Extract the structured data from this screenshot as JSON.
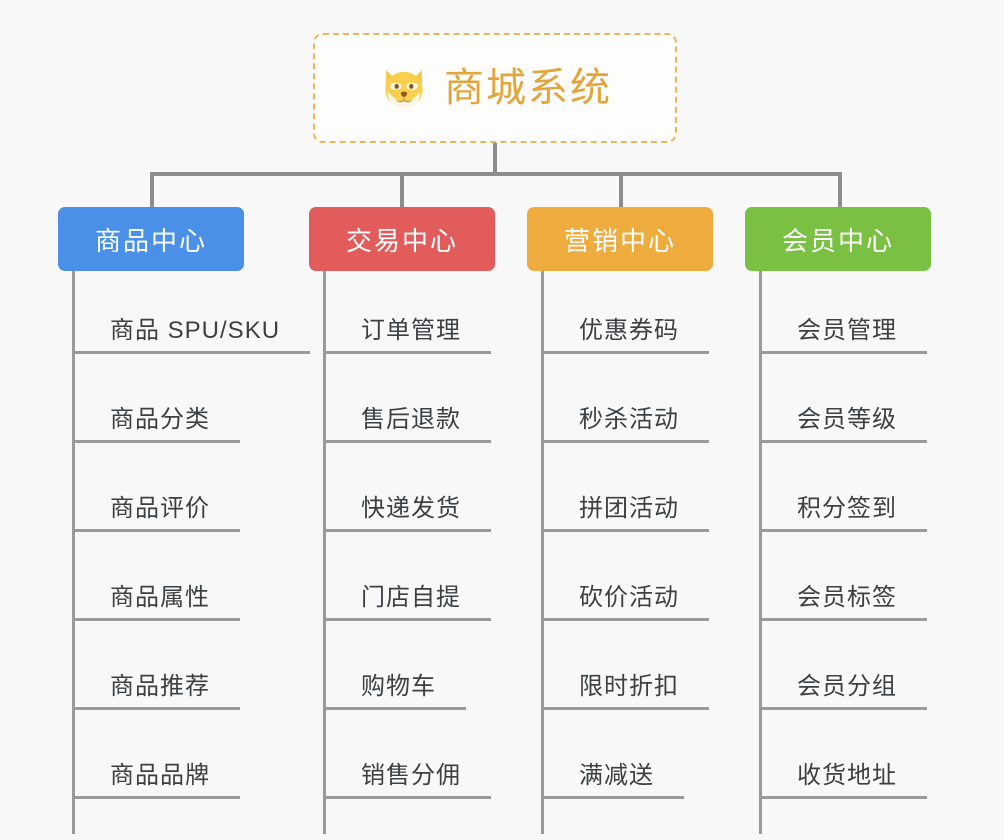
{
  "page": {
    "background_color": "#f8f8f8",
    "text_color": "#3c4043",
    "connector_color": "#9a9a9a"
  },
  "root": {
    "title": "商城系统",
    "icon": "dog-face-icon",
    "text_color": "#e3a53b",
    "border_color": "#e9b65c",
    "background_color": "#fdfdfc"
  },
  "branches": [
    {
      "label": "商品中心",
      "color": "#4a90e8",
      "items": [
        "商品 SPU/SKU",
        "商品分类",
        "商品评价",
        "商品属性",
        "商品推荐",
        "商品品牌"
      ]
    },
    {
      "label": "交易中心",
      "color": "#e25c5c",
      "items": [
        "订单管理",
        "售后退款",
        "快递发货",
        "门店自提",
        "购物车",
        "销售分佣"
      ]
    },
    {
      "label": "营销中心",
      "color": "#eeab3e",
      "items": [
        "优惠券码",
        "秒杀活动",
        "拼团活动",
        "砍价活动",
        "限时折扣",
        "满减送"
      ]
    },
    {
      "label": "会员中心",
      "color": "#7ac143",
      "items": [
        "会员管理",
        "会员等级",
        "积分签到",
        "会员标签",
        "会员分组",
        "收货地址"
      ]
    }
  ]
}
